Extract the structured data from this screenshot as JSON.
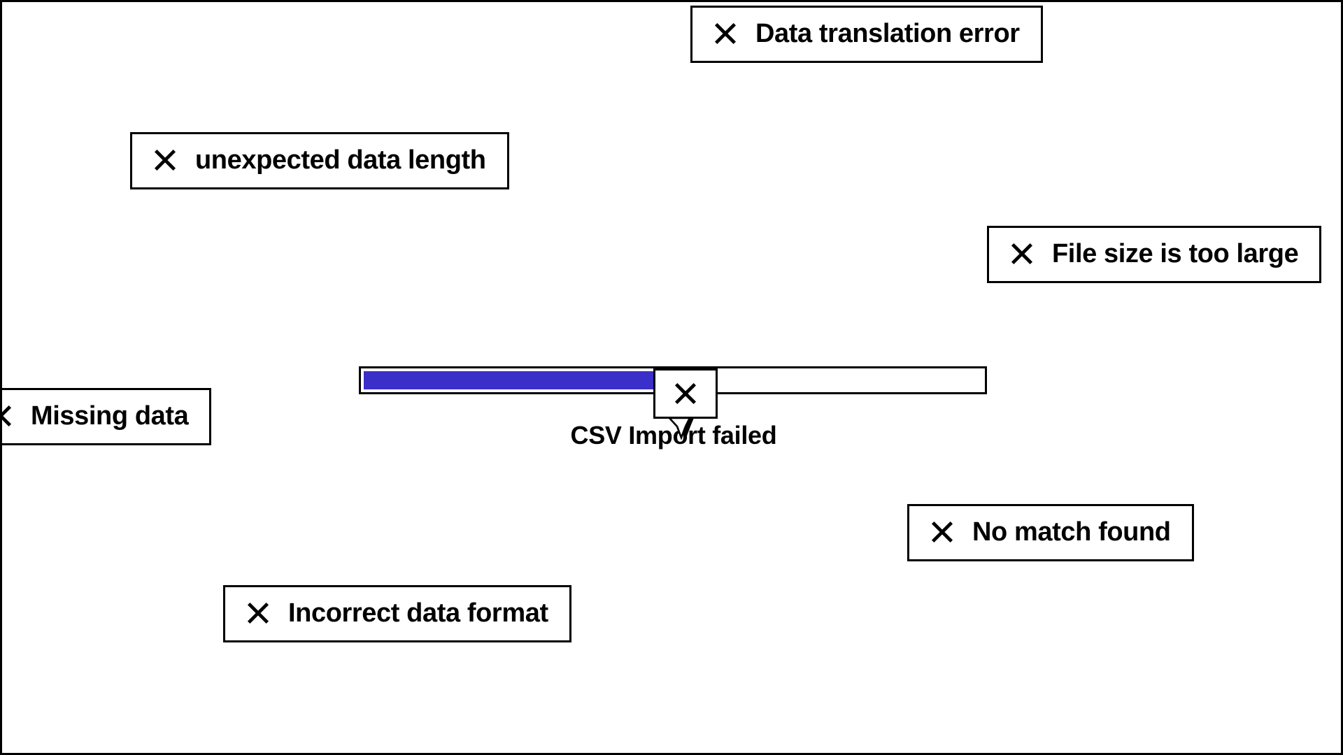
{
  "canvas": {
    "background": "#ffffff",
    "border_color": "#000000"
  },
  "progress": {
    "caption": "CSV Import failed",
    "percent": 52,
    "fill_color": "#3b2fc9",
    "track_color": "#ffffff",
    "marker": {
      "icon": "x-icon",
      "position_percent": 52
    }
  },
  "toasts": [
    {
      "id": "data-translation-error",
      "icon": "x-icon",
      "label": "Data translation error"
    },
    {
      "id": "unexpected-data-length",
      "icon": "x-icon",
      "label": "unexpected data length"
    },
    {
      "id": "file-size-too-large",
      "icon": "x-icon",
      "label": "File size is too large"
    },
    {
      "id": "missing-data",
      "icon": "x-icon",
      "label": "Missing data"
    },
    {
      "id": "no-match-found",
      "icon": "x-icon",
      "label": "No match found"
    },
    {
      "id": "incorrect-data-format",
      "icon": "x-icon",
      "label": "Incorrect data format"
    }
  ]
}
